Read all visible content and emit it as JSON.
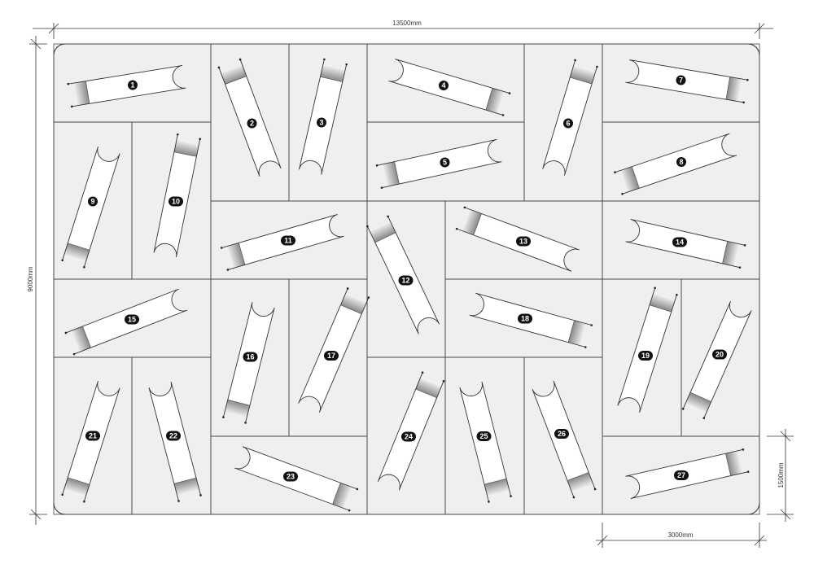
{
  "diagram": {
    "dimensions": {
      "total_width": "13500mm",
      "total_height": "9000mm",
      "module_width": "3000mm",
      "module_height": "1500mm"
    },
    "units": [
      {
        "label": "1"
      },
      {
        "label": "2"
      },
      {
        "label": "3"
      },
      {
        "label": "4"
      },
      {
        "label": "5"
      },
      {
        "label": "6"
      },
      {
        "label": "7"
      },
      {
        "label": "8"
      },
      {
        "label": "9"
      },
      {
        "label": "10"
      },
      {
        "label": "11"
      },
      {
        "label": "12"
      },
      {
        "label": "13"
      },
      {
        "label": "14"
      },
      {
        "label": "15"
      },
      {
        "label": "16"
      },
      {
        "label": "17"
      },
      {
        "label": "18"
      },
      {
        "label": "19"
      },
      {
        "label": "20"
      },
      {
        "label": "21"
      },
      {
        "label": "22"
      },
      {
        "label": "23"
      },
      {
        "label": "24"
      },
      {
        "label": "25"
      },
      {
        "label": "26"
      },
      {
        "label": "27"
      }
    ],
    "colors": {
      "tile": "#efefef",
      "line": "#333333",
      "slot": "#ffffff",
      "label_bg": "#111111"
    }
  }
}
